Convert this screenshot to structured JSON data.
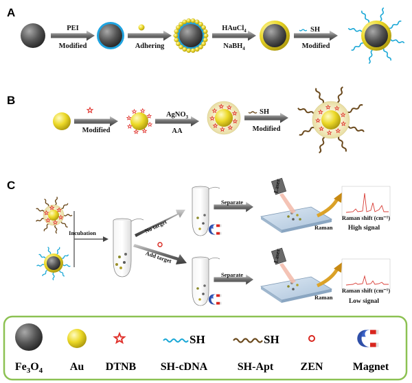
{
  "panels": {
    "a": "A",
    "b": "B",
    "c": "C"
  },
  "row_a": {
    "step1_top": "PEI",
    "step1_bottom": "Modified",
    "step2_bottom": "Adhering",
    "step3_top": "HAuCl",
    "step3_top_sub": "4",
    "step3_bottom": "NaBH",
    "step3_bottom_sub": "4",
    "step4_top": "SH",
    "step4_bottom": "Modified"
  },
  "row_b": {
    "step1_bottom": "Modified",
    "step2_top": "AgNO",
    "step2_top_sub": "3",
    "step2_bottom": "AA",
    "step3_top": "SH",
    "step3_bottom": "Modified"
  },
  "row_c": {
    "incubation": "Incubation",
    "no_target": "No target",
    "add_target": "Add target",
    "separate": "Separate",
    "raman": "Raman",
    "laser": "Laser",
    "high_signal": "High signal",
    "low_signal": "Low signal",
    "spectrum_axis": "Raman shift (cm⁻¹)"
  },
  "legend": {
    "fe3o4": "Fe",
    "fe3o4_sub1": "3",
    "fe3o4_mid": "O",
    "fe3o4_sub2": "4",
    "au": "Au",
    "dtnb": "DTNB",
    "sh_cdna": "SH-cDNA",
    "sh_apt": "SH-Apt",
    "zen": "ZEN",
    "magnet": "Magnet",
    "sh_label": "SH"
  },
  "colors": {
    "fe3o4": "#555555",
    "au": "#e6d21f",
    "pei": "#1fa3e0",
    "cdna": "#19a7d6",
    "apt": "#6b4a1e",
    "dtnb": "#e0312b",
    "zen": "#d8261e",
    "shell": "#efe7b8",
    "legend_border": "#8cc152"
  }
}
